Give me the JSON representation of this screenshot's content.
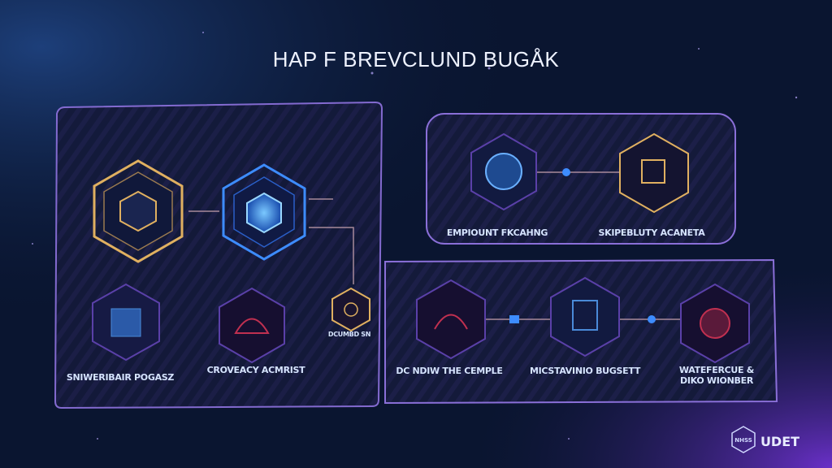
{
  "title": "HAP F BREVCLUND BUGÅK",
  "colors": {
    "background": "#0a1530",
    "panel_border": "#8a6fd8",
    "gold": "#e0b060",
    "blue": "#3d8cff",
    "purple": "#7a55d0"
  },
  "left_panel": {
    "nodes": [
      {
        "icon": "gold-hexagon-icon"
      },
      {
        "icon": "blue-hexagon-icon"
      },
      {
        "label": "SNIWERIBAIR POGASZ"
      },
      {
        "label": "CROVEACY ACMRIST"
      },
      {
        "label": "DCUMBD SN"
      }
    ]
  },
  "top_right_panel": {
    "nodes": [
      {
        "label": "EMPIOUNT FKCAHNG"
      },
      {
        "label": "SKIPEBLUTY ACANETA"
      }
    ]
  },
  "bottom_right_panel": {
    "nodes": [
      {
        "label": "DC NDIW THE CEMPLE"
      },
      {
        "label": "MICSTAVINIO BUGSETT"
      },
      {
        "label_line1": "WATEFERCUE &",
        "label_line2": "DIKO WIONBER"
      }
    ]
  },
  "logo": {
    "text": "UDET",
    "badge": "NHSS"
  }
}
